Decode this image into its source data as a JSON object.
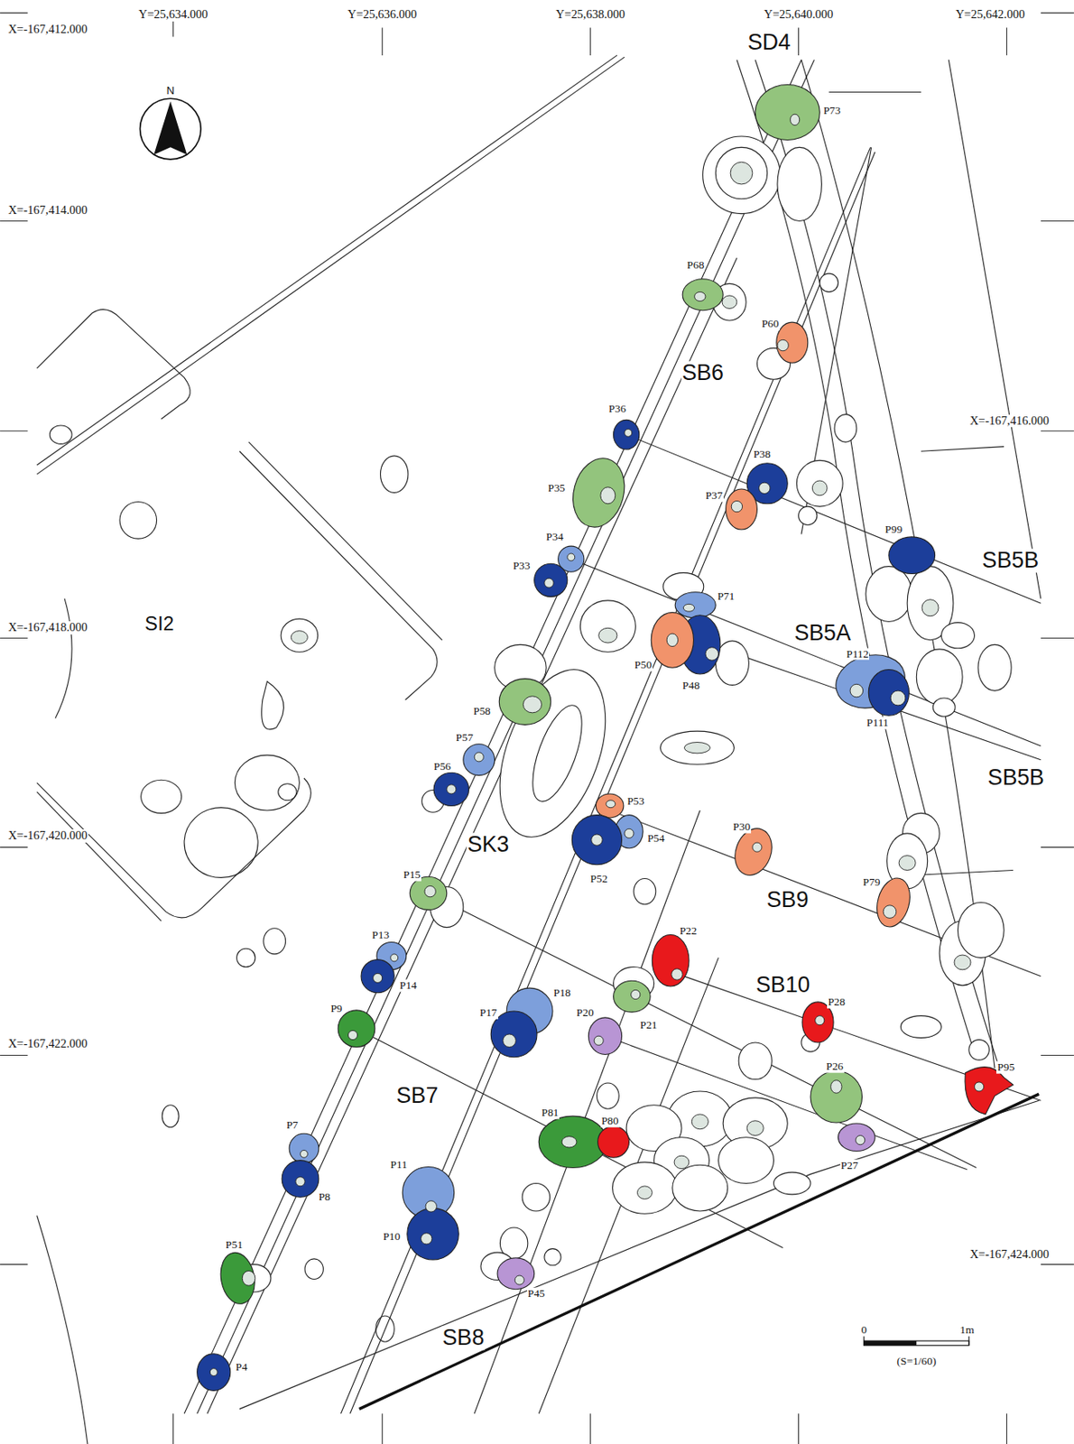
{
  "diagram": {
    "labels": [
      "Y=25,634.000",
      "Y=25,636.000",
      "Y=25,638.000",
      "Y=25,640.000",
      "Y=25,642.000",
      "X=-167,412.000",
      "X=-167,414.000",
      "X=-167,416.000",
      "X=-167,418.000",
      "X=-167,420.000",
      "X=-167,422.000",
      "X=-167,424.000",
      "N",
      "SD4",
      "SB6",
      "SB5B",
      "SB5A",
      "SB5B",
      "SI2",
      "SK3",
      "SB9",
      "SB10",
      "SB7",
      "SB8",
      "P73",
      "P68",
      "P60",
      "P36",
      "P38",
      "P37",
      "P35",
      "P34",
      "P33",
      "P99",
      "P71",
      "P50",
      "P48",
      "P112",
      "P111",
      "P58",
      "P57",
      "P56",
      "P53",
      "P54",
      "P52",
      "P30",
      "P79",
      "P15",
      "P22",
      "P13",
      "P14",
      "P28",
      "P9",
      "P18",
      "P17",
      "P20",
      "P21",
      "P26",
      "P95",
      "P81",
      "P80",
      "P27",
      "P7",
      "P8",
      "P11",
      "P10",
      "P51",
      "P45",
      "P4",
      "0",
      "1m",
      "(S=1/60)"
    ]
  }
}
